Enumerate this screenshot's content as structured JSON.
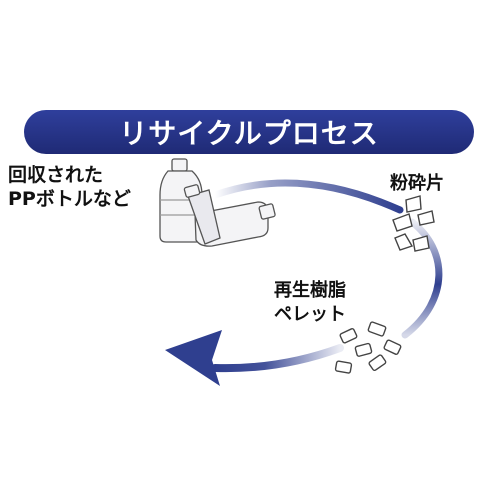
{
  "title": "リサイクルプロセス",
  "stages": {
    "collected": {
      "line1": "回収された",
      "line2": "PPボトルなど"
    },
    "flakes": {
      "text": "粉砕片"
    },
    "pellets": {
      "line1": "再生樹脂",
      "line2": "ペレット"
    }
  },
  "colors": {
    "title_bar": "#1f2a75",
    "arrow": "#2f3f8f",
    "text": "#111111"
  },
  "icons": [
    "bottle-icon",
    "flake-icon",
    "pellet-icon",
    "cycle-arrow-icon"
  ]
}
